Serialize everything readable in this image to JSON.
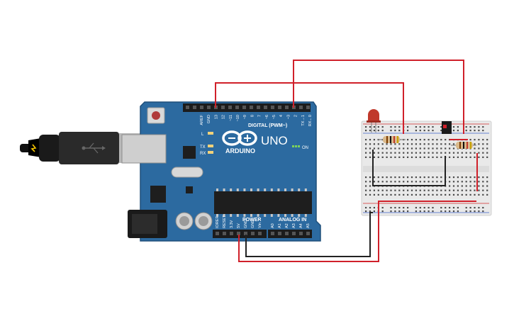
{
  "board": {
    "brand": "ARDUINO",
    "model": "UNO",
    "digital_header_label": "DIGITAL (PWM~)",
    "power_label": "POWER",
    "analog_label": "ANALOG IN",
    "on_label": "ON",
    "led_labels": [
      "L",
      "TX",
      "RX"
    ],
    "top_pin_labels": [
      "AREF",
      "GND",
      "13",
      "12",
      "~11",
      "~10",
      "~9",
      "8",
      "7",
      "~6",
      "~5",
      "4",
      "~3",
      "2",
      "TX→1",
      "RX←0"
    ],
    "power_pin_labels": [
      "IOREF",
      "RESET",
      "3.3V",
      "5V",
      "GND",
      "GND",
      "Vin"
    ],
    "analog_pin_labels": [
      "A0",
      "A1",
      "A2",
      "A3",
      "A4",
      "A5"
    ]
  },
  "components": {
    "led_color": "#c0392b",
    "resistor_color": "#d9b98a",
    "ir_sensor_color": "#1a1a1a"
  },
  "colors": {
    "board": "#2c6aa0",
    "board_dark": "#1f4f7a",
    "wire_red": "#d0202a",
    "wire_black": "#222222",
    "breadboard": "#e9e9e9"
  }
}
